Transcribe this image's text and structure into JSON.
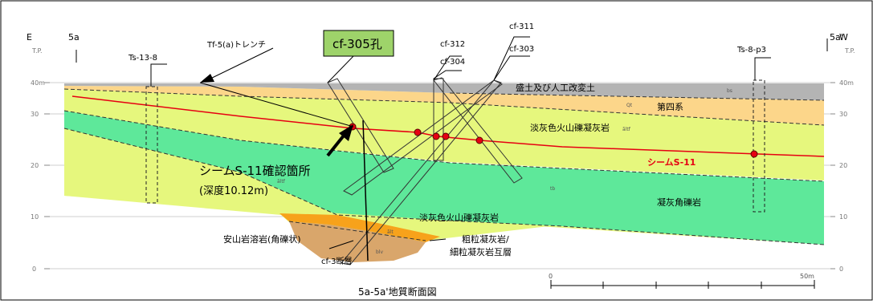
{
  "left_end": {
    "label": "E",
    "section": "5a"
  },
  "right_end": {
    "label": "W",
    "section": "5a'"
  },
  "axis": {
    "unit_label": "T.P.",
    "unit_label_right": "T.P.",
    "ticks_left": [
      "40m",
      "30",
      "20",
      "10",
      "0"
    ],
    "ticks_right": [
      "40m",
      "30",
      "20",
      "10",
      "0"
    ]
  },
  "boreholes": {
    "left": "Ts-13-8",
    "right": "Ts-8-p3"
  },
  "callouts": {
    "trench": "Tf-5(a)トレンチ",
    "main_hole": "cf-305孔",
    "cf312": "cf-312",
    "cf304": "cf-304",
    "cf311": "cf-311",
    "cf303": "cf-303",
    "fault": "cf-3断層"
  },
  "annotation": {
    "line1": "シームS-11確認箇所",
    "line2": "(深度10.12m)"
  },
  "layers": {
    "fill": "盛土及び人工改変土",
    "quaternary": "第四系",
    "tuff_upper": "淡灰色火山礫凝灰岩",
    "seam": "シームS-11",
    "breccia": "凝灰角礫岩",
    "tuff_lower": "淡灰色火山礫凝灰岩",
    "andesite": "安山岩溶岩(角礫状)",
    "coarse_line1": "粗粒凝灰岩/",
    "coarse_line2": "細粒凝灰岩互層"
  },
  "small_codes": {
    "bs": "bs",
    "qt": "Qt",
    "tf_upper": "ãltf",
    "tf_left": "ãltf",
    "tb": "tb",
    "tf_lower": "ãlt",
    "blv": "blv"
  },
  "scale": {
    "start": "0",
    "end": "50m"
  },
  "title": "5a-5a'地質断面図",
  "colors": {
    "fill_gray": "#b4b4b4",
    "quaternary": "#fcd68a",
    "tuff": "#e6f77d",
    "breccia": "#5ee89a",
    "coarse": "#f7a21b",
    "andesite": "#d9a66b",
    "seam_red": "#e60012",
    "callout_green": "#9ed36a"
  }
}
